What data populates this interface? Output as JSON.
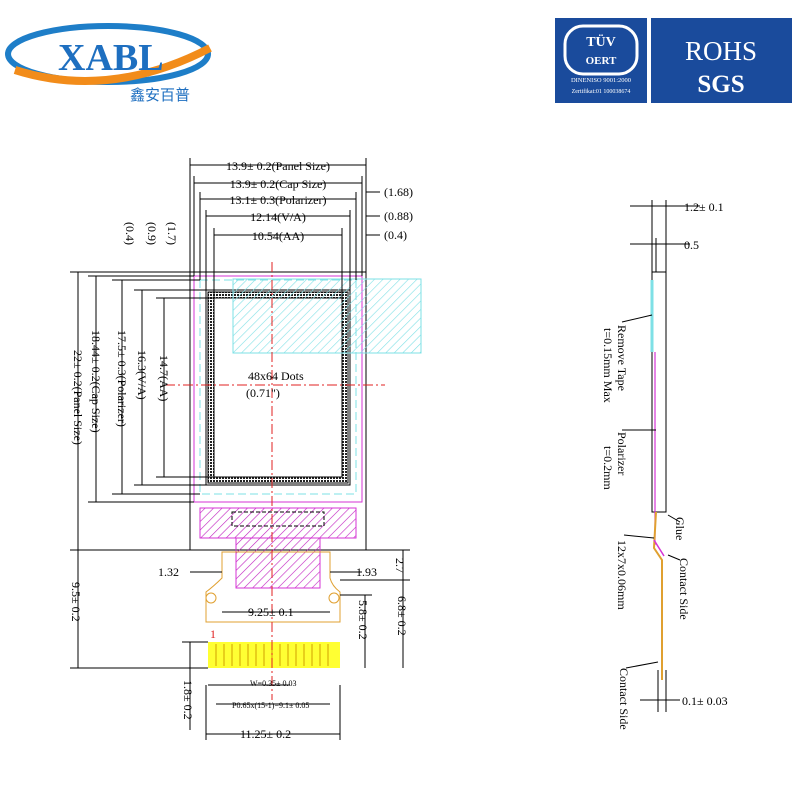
{
  "logo": {
    "brand": "XABL",
    "cn": "鑫安百普"
  },
  "certs": {
    "tuv": "TÜV",
    "oert": "OERT",
    "din": "DINENISO 9001:2000",
    "zert": "Zertifikat:01  100038674",
    "rohs": "ROHS",
    "sgs": "SGS"
  },
  "front": {
    "dims": {
      "panel_w": "13.9± 0.2(Panel Size)",
      "cap_w": "13.9± 0.2(Cap Size)",
      "pol_w": "13.1± 0.3(Polarizer)",
      "va_w": "12.14(V/A)",
      "aa_w": "10.54(AA)",
      "r168": "(1.68)",
      "r088": "(0.88)",
      "r04": "(0.4)",
      "l04": "(0.4)",
      "l09": "(0.9)",
      "l17": "(1.7)",
      "panel_h": "22± 0.2(Panel Size)",
      "cap_h": "18.44± 0.2(Cap Size)",
      "pol_h": "17.5± 0.3(Polarizer)",
      "va_h": "16.3(V/A)",
      "aa_h": "14.7(AA)",
      "d132": "1.32",
      "d193": "1.93",
      "d27": "2.7",
      "d68": "6.8± 0.2",
      "d58": "5.8± 0.2",
      "d925": "9.25± 0.1",
      "d95": "9.5± 0.2",
      "d18": "1.8± 0.2",
      "width_w": "W=0.35± 0.03",
      "pitch": "P0.65x(15-1)=9.1± 0.05",
      "d1125": "11.25± 0.2",
      "pin1": "1"
    },
    "dots": "48x64 Dots",
    "diag": "(0.71\")"
  },
  "side": {
    "d12": "1.2± 0.1",
    "d05": "0.5",
    "remove_tape": "Remove Tape",
    "tape_thk": "t=0.15mm Max",
    "polarizer": "Polarizer",
    "pol_thk": "t=0.2mm",
    "glue": "Glue",
    "fpc_size": "12x7x0.06mm",
    "contact1": "Contact Side",
    "contact2": "Contact Side",
    "d01": "0.1± 0.03"
  },
  "colors": {
    "magenta": "#d633d6",
    "cyan": "#7ee0e6",
    "yellow": "#ffff33",
    "red": "#e02020",
    "fpc": "#e0a030",
    "blue": "#1a4b9c"
  }
}
